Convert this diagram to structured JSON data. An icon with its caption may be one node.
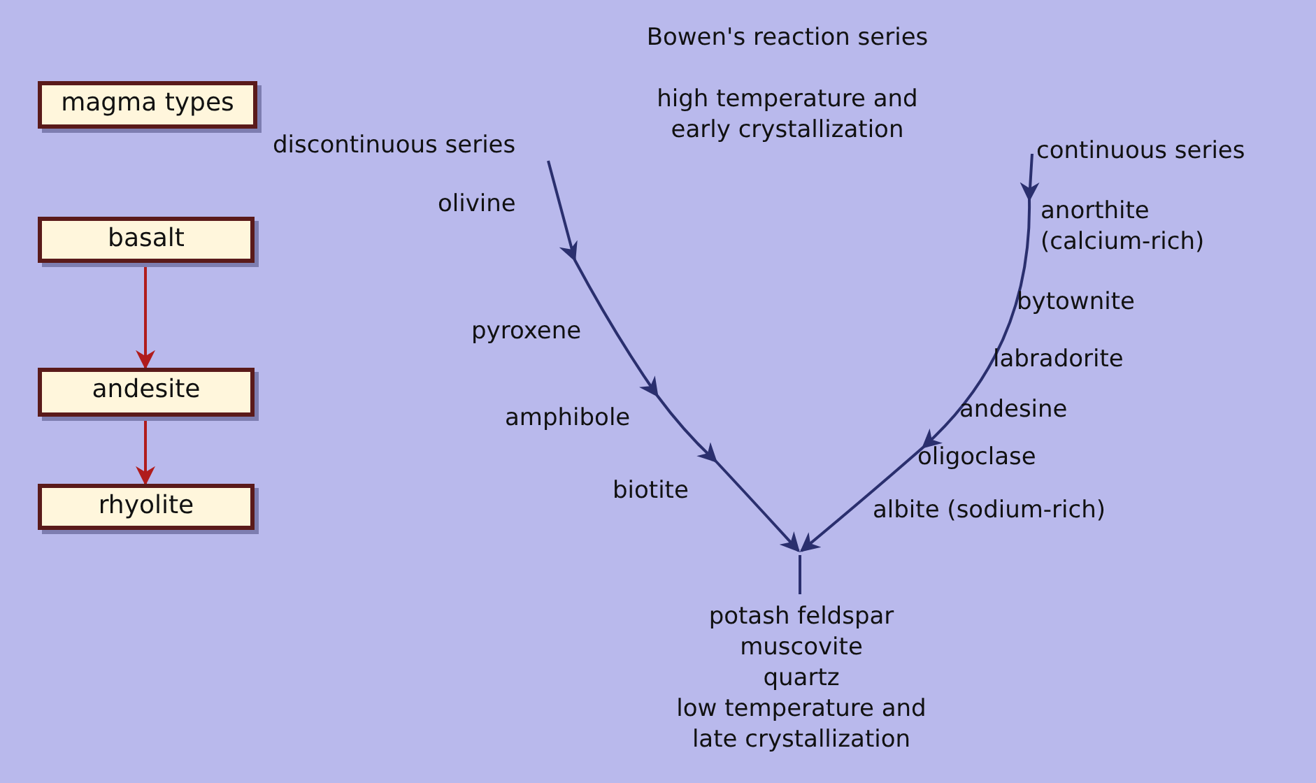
{
  "diagram": {
    "title": "Bowen's reaction series",
    "nodes": [
      {
        "text": [
          "magma types"
        ]
      },
      {
        "text": [
          "basalt"
        ]
      },
      {
        "text": [
          "andesite"
        ]
      },
      {
        "text": [
          "rhyolite"
        ]
      },
      {
        "text": [
          "discontinuous series"
        ]
      },
      {
        "text": [
          "continuous series"
        ]
      },
      {
        "text": [],
        "shape": "bar"
      },
      {
        "text": [
          "potash feldspar",
          "muscovite",
          "quartz",
          "low temperature and late crystallization"
        ]
      }
    ],
    "edges": [
      {
        "from": 1,
        "to": 2,
        "arrow": "to",
        "color": "#b01c1c"
      },
      {
        "from": 2,
        "to": 3,
        "arrow": "to",
        "color": "#b01c1c"
      },
      {
        "from": 4,
        "to": 6,
        "arrow": "to",
        "color": "#2a2f6e"
      },
      {
        "from": 5,
        "to": 6,
        "arrow": "to",
        "color": "#2a2f6e"
      }
    ],
    "labels": [
      "high temperature and early crystallization",
      "olivine",
      "anorthite (calcium-rich)",
      "bytownite",
      "pyroxene",
      "labradorite",
      "andesine",
      "amphibole",
      "oligoclase",
      "biotite",
      "albite (sodium-rich)"
    ]
  }
}
